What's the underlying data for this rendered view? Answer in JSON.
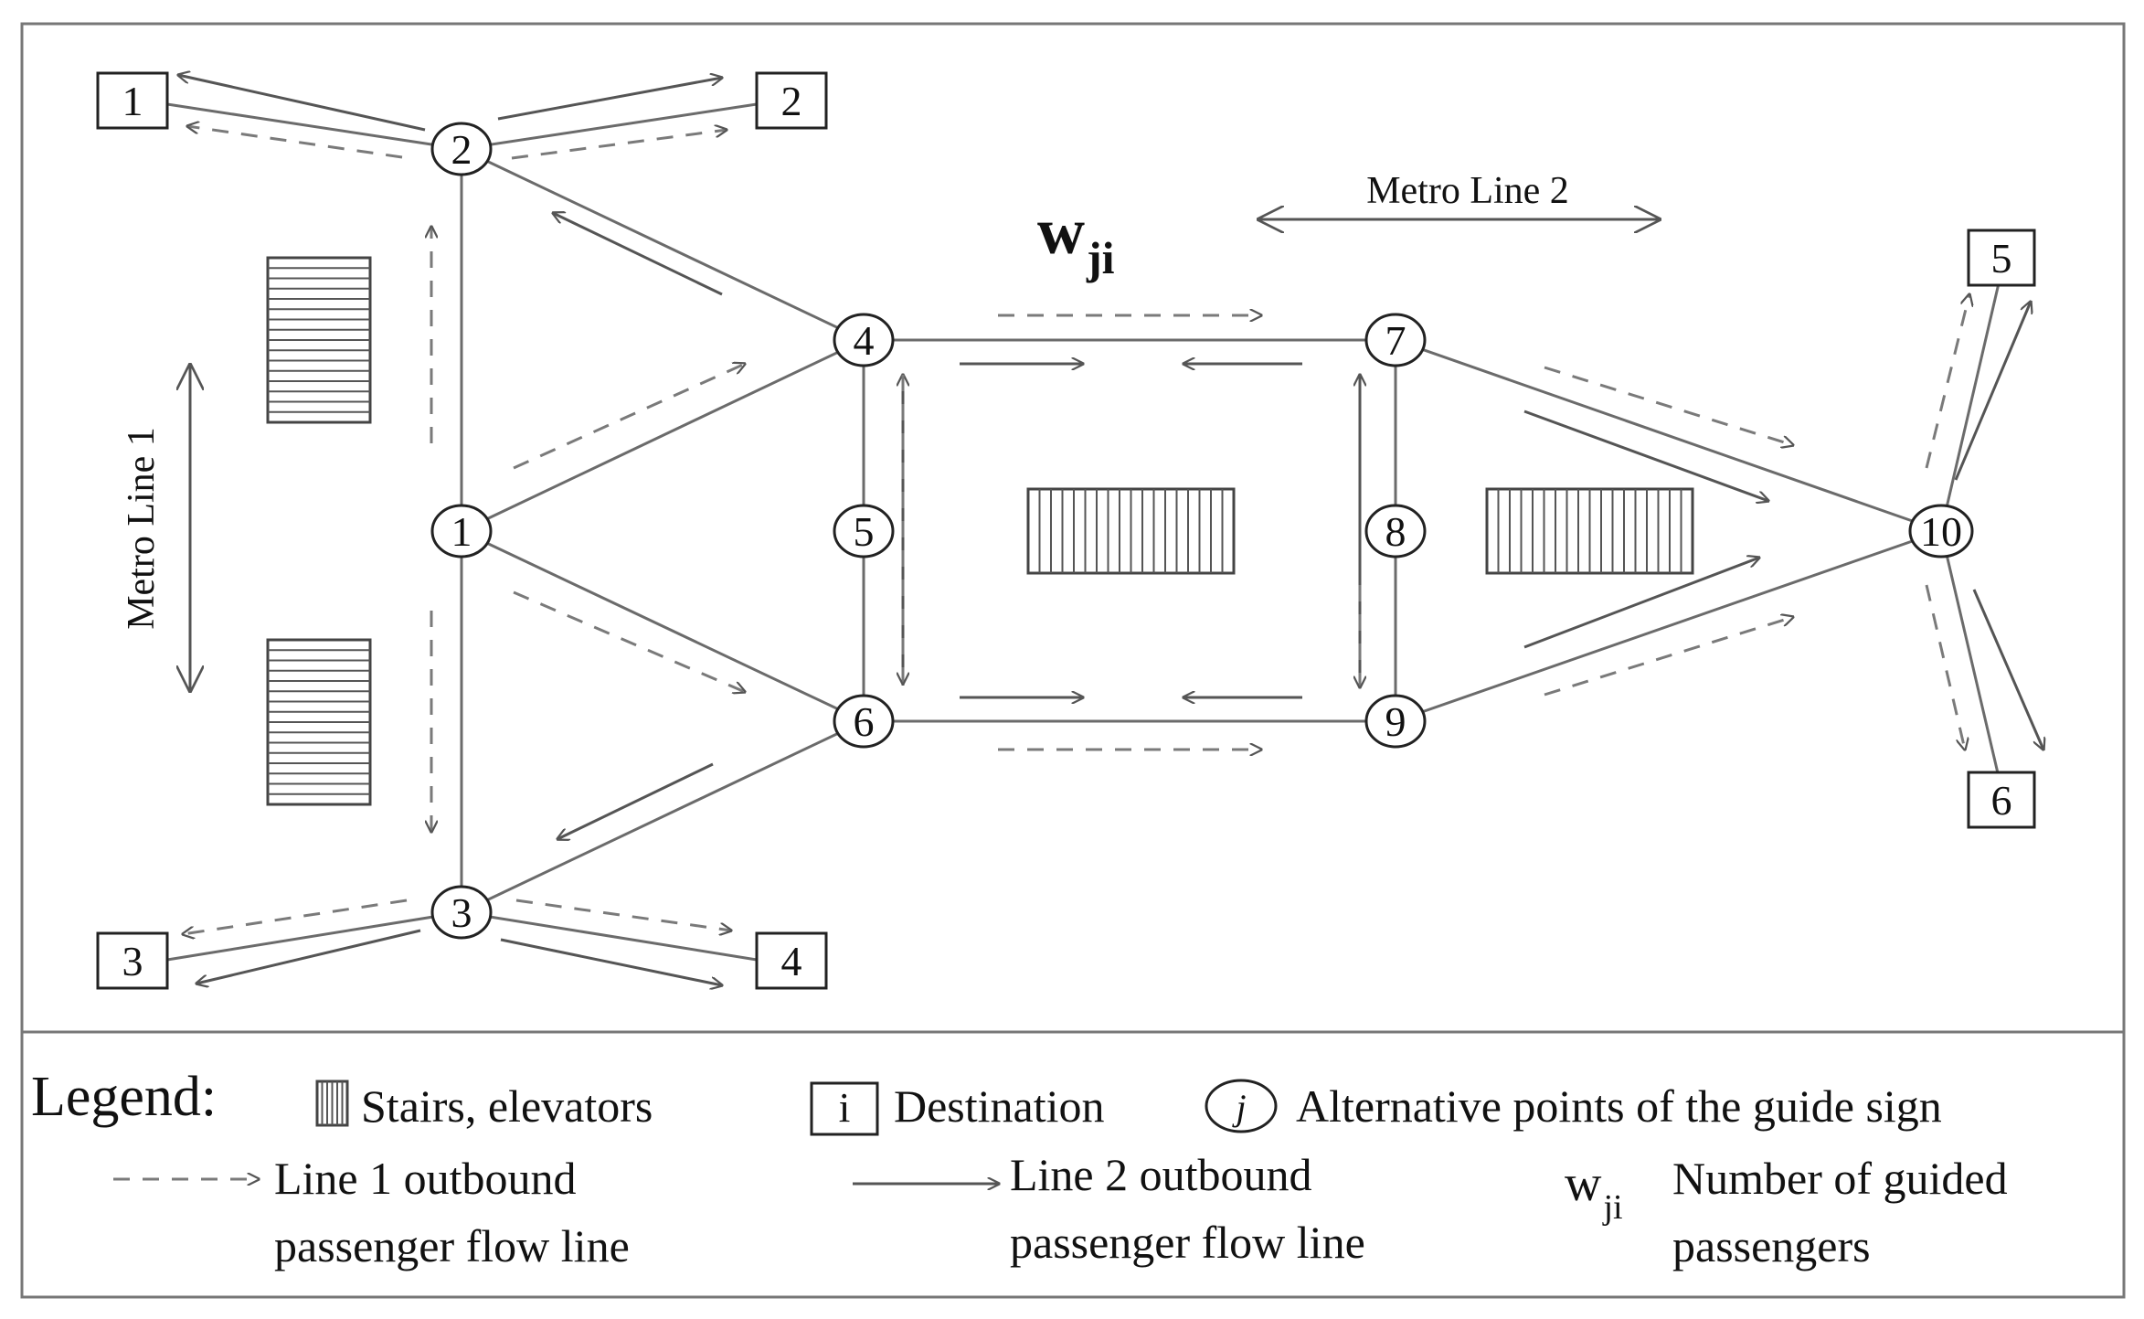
{
  "labels": {
    "metro_line_1": "Metro Line 1",
    "metro_line_2": "Metro Line 2",
    "w_main": "w",
    "w_sub": "ji"
  },
  "nodes": [
    "1",
    "2",
    "3",
    "4",
    "5",
    "6",
    "7",
    "8",
    "9",
    "10"
  ],
  "destinations": [
    "1",
    "2",
    "3",
    "4",
    "5",
    "6"
  ],
  "legend": {
    "title": "Legend:",
    "stairs": "Stairs, elevators",
    "destination_symbol": "i",
    "destination": "Destination",
    "alt_point_symbol": "j",
    "alt_points": "Alternative points of the guide sign",
    "line1_a": "Line 1 outbound",
    "line1_b": "passenger flow line",
    "line2_a": "Line 2 outbound",
    "line2_b": "passenger flow line",
    "w_main": "w",
    "w_sub": "ji",
    "guided_a": "Number of guided",
    "guided_b": "passengers"
  }
}
